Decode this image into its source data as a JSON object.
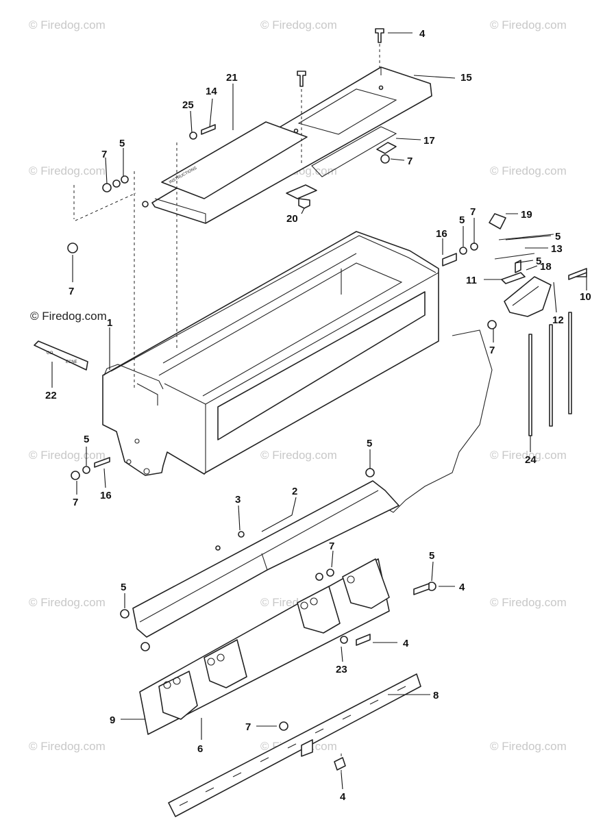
{
  "watermarks": [
    "© Firedog.com",
    "© Firedog.com",
    "© Firedog.com",
    "© Firedog.com",
    "© Firedog.com",
    "© Firedog.com",
    "© Firedog.com",
    "© Firedog.com",
    "© Firedog.com",
    "© Firedog.com",
    "© Firedog.com",
    "© Firedog.com",
    "© Firedog.com",
    "© Firedog.com",
    "© Firedog.com"
  ],
  "main_watermark": "© Firedog.com",
  "callouts": [
    "4",
    "15",
    "21",
    "14",
    "25",
    "17",
    "7",
    "5",
    "7",
    "20",
    "7",
    "16",
    "5",
    "7",
    "19",
    "5",
    "13",
    "5",
    "18",
    "11",
    "10",
    "12",
    "7",
    "1",
    "22",
    "24",
    "5",
    "7",
    "16",
    "5",
    "3",
    "2",
    "7",
    "5",
    "4",
    "5",
    "4",
    "23",
    "8",
    "9",
    "7",
    "6",
    "4"
  ],
  "plate_text": [
    "GO",
    "ECNE"
  ],
  "lid_label": "INSTRUCTIONS"
}
